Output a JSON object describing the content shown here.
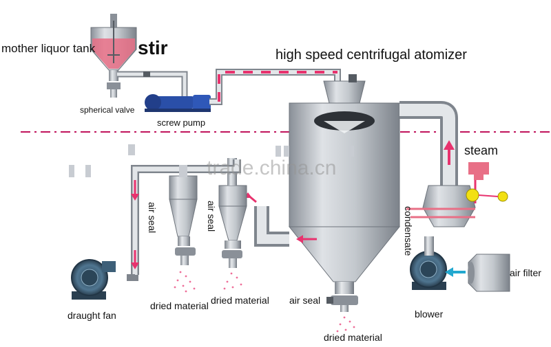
{
  "labels": {
    "mother_liquor_tank": "mother liquor tank",
    "stir": "stir",
    "high_speed_centrifugal_atomizer": "high speed centrifugal atomizer",
    "spherical_valve": "spherical valve",
    "screw_pump": "screw pump",
    "steam": "steam",
    "air_seal_1": "air seal",
    "air_seal_2": "air seal",
    "air_seal_3": "air seal",
    "condensate": "condensate",
    "draught_fan": "draught fan",
    "dried_material_1": "dried material",
    "dried_material_2": "dried material",
    "dried_material_3": "dried material",
    "blower": "blower",
    "air_filter": "air filter"
  },
  "watermark": "trade.china.cn",
  "colors": {
    "pipe": "#c8ccd2",
    "pipe_edge": "#7f858d",
    "liquid": "#e86f86",
    "flow_arrow": "#e8326e",
    "divider": "#c0125a",
    "equipment": "#aeb4bb",
    "equipment_dark": "#6d737b",
    "pump_blue": "#2a4fa8",
    "fan_blue": "#3d5f78",
    "air_arrow": "#22a8cf",
    "valve_yellow": "#f2e012"
  }
}
